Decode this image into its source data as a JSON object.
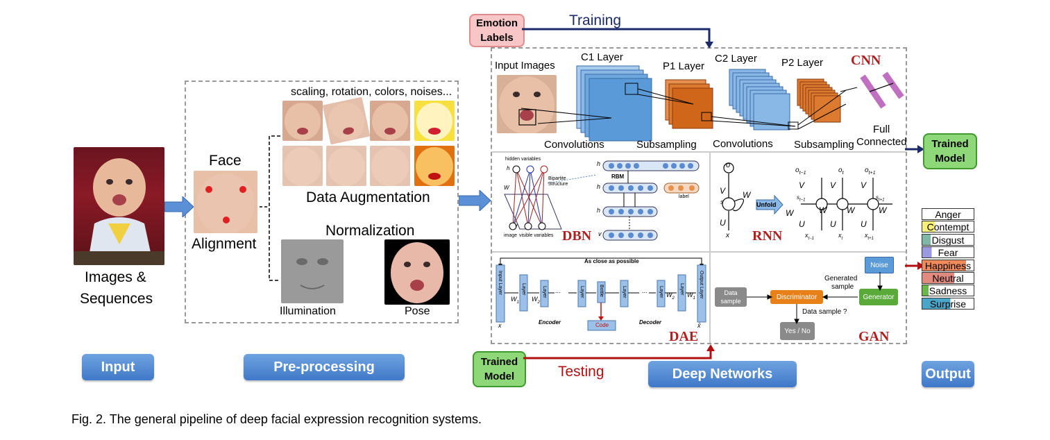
{
  "stages": {
    "input": "Input",
    "preprocessing": "Pre-processing",
    "deep_networks": "Deep Networks",
    "output": "Output"
  },
  "input": {
    "caption_line1": "Images &",
    "caption_line2": "Sequences"
  },
  "preprocessing": {
    "face_label": "Face",
    "alignment_label": "Alignment",
    "augmentation_ops": "scaling, rotation, colors, noises...",
    "data_augmentation": "Data Augmentation",
    "normalization": "Normalization",
    "illumination": "Illumination",
    "pose": "Pose"
  },
  "training": {
    "emotion_labels_line1": "Emotion",
    "emotion_labels_line2": "Labels",
    "label": "Training"
  },
  "testing": {
    "trained_model_line1": "Trained",
    "trained_model_line2": "Model",
    "label": "Testing"
  },
  "output_model": {
    "line1": "Trained",
    "line2": "Model"
  },
  "cnn": {
    "title": "CNN",
    "input_images": "Input Images",
    "c1": "C1 Layer",
    "p1": "P1 Layer",
    "c2": "C2 Layer",
    "p2": "P2 Layer",
    "convolutions_1": "Convolutions",
    "subsampling_1": "Subsampling",
    "convolutions_2": "Convolutions",
    "subsampling_2": "Subsampling",
    "full_line1": "Full",
    "full_line2": "Connected"
  },
  "dbn": {
    "title": "DBN",
    "hidden_variables": "hidden variables",
    "bipartite": "Bipartite",
    "structure": "Structure",
    "image": "image",
    "visible_variables": "visible variables",
    "rbm": "RBM",
    "label": "label",
    "h": "h",
    "w": "W",
    "v": "v",
    "h1": "h",
    "h2": "h",
    "h3": "h"
  },
  "rnn": {
    "title": "RNN",
    "unfold": "Unfold",
    "o": "o",
    "v": "V",
    "w": "W",
    "u": "U",
    "s": "s",
    "x": "x",
    "o_prev": "o",
    "o_cur": "o",
    "o_next": "o",
    "s_prev": "s",
    "s_cur": "s",
    "s_next": "s",
    "x_prev": "x",
    "x_cur": "x",
    "x_next": "x",
    "sub_prev": "t−1",
    "sub_cur": "t",
    "sub_next": "t+1"
  },
  "dae": {
    "title": "DAE",
    "as_close": "As close as possible",
    "input_layer": "Input Layer",
    "output_layer": "Output Layer",
    "layer": "Layer",
    "bottle": "Bottle",
    "code": "Code",
    "encoder": "Encoder",
    "decoder": "Decoder",
    "x": "x",
    "xhat": "x̂",
    "w1": "W",
    "w2": "W",
    "w2t": "W",
    "w1t": "W",
    "dots": "..."
  },
  "gan": {
    "title": "GAN",
    "noise": "Noise",
    "data_sample_line1": "Data",
    "data_sample_line2": "sample",
    "discriminator": "Discriminator",
    "generator": "Generator",
    "generated_line1": "Generated",
    "generated_line2": "sample",
    "question": "Data sample ?",
    "yes_no": "Yes / No"
  },
  "emotions": [
    {
      "label": "Anger",
      "color": "#e8e8e8"
    },
    {
      "label": "Contempt",
      "color": "#f4f07a"
    },
    {
      "label": "Disgust",
      "color": "#7fb6a6"
    },
    {
      "label": "Fear",
      "color": "#9a9ae0"
    },
    {
      "label": "Happiness",
      "color": "#f08a5a"
    },
    {
      "label": "Neutral",
      "color": "#e08a80"
    },
    {
      "label": "Sadness",
      "color": "#6ab84a"
    },
    {
      "label": "Surprise",
      "color": "#4aa6c8"
    }
  ],
  "caption": "Fig. 2. The general pipeline of deep facial expression recognition systems.",
  "colors": {
    "stage_blue": "#4a86d0",
    "training_arrow": "#1a2a6a",
    "testing_arrow": "#b01010",
    "cnn_blue": "#5a9ad8",
    "cnn_orange": "#d0661a"
  }
}
